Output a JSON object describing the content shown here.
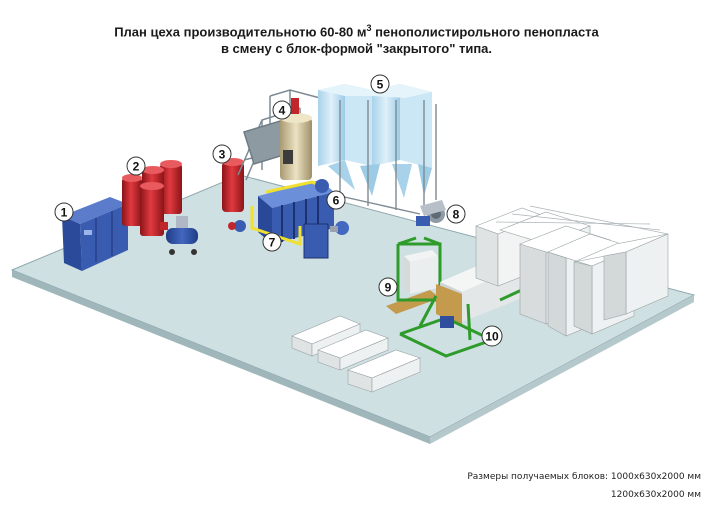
{
  "title": {
    "line1_before": "План цеха производительнотю 60-80 м",
    "line1_sup": "3",
    "line1_after": " пенополистирольного пенопласта",
    "line2": "в смену с блок-формой \"закрытого\" типа."
  },
  "footer": {
    "line1": "Размеры получаемых блоков: 1000x630x2000 мм",
    "line2": "1200x630x2000 мм"
  },
  "markers": [
    "1",
    "2",
    "3",
    "4",
    "5",
    "6",
    "7",
    "8",
    "9",
    "10"
  ],
  "colors": {
    "floor": "#cfe0e2",
    "floor_edge": "#8fa8ad",
    "equipment_blue": "#2f4f9e",
    "tank_red": "#c0262c",
    "silo": "#b8dcef",
    "frame_green": "#2e9b2a",
    "block_white": "#f4f6f6"
  },
  "icons": [
    "control-cabinet",
    "receiver-tanks",
    "compressor",
    "steam-boiler",
    "pre-expander",
    "silos",
    "block-mold",
    "fan",
    "cutting-table",
    "tilting-table",
    "foam-blocks",
    "foam-sheets"
  ]
}
